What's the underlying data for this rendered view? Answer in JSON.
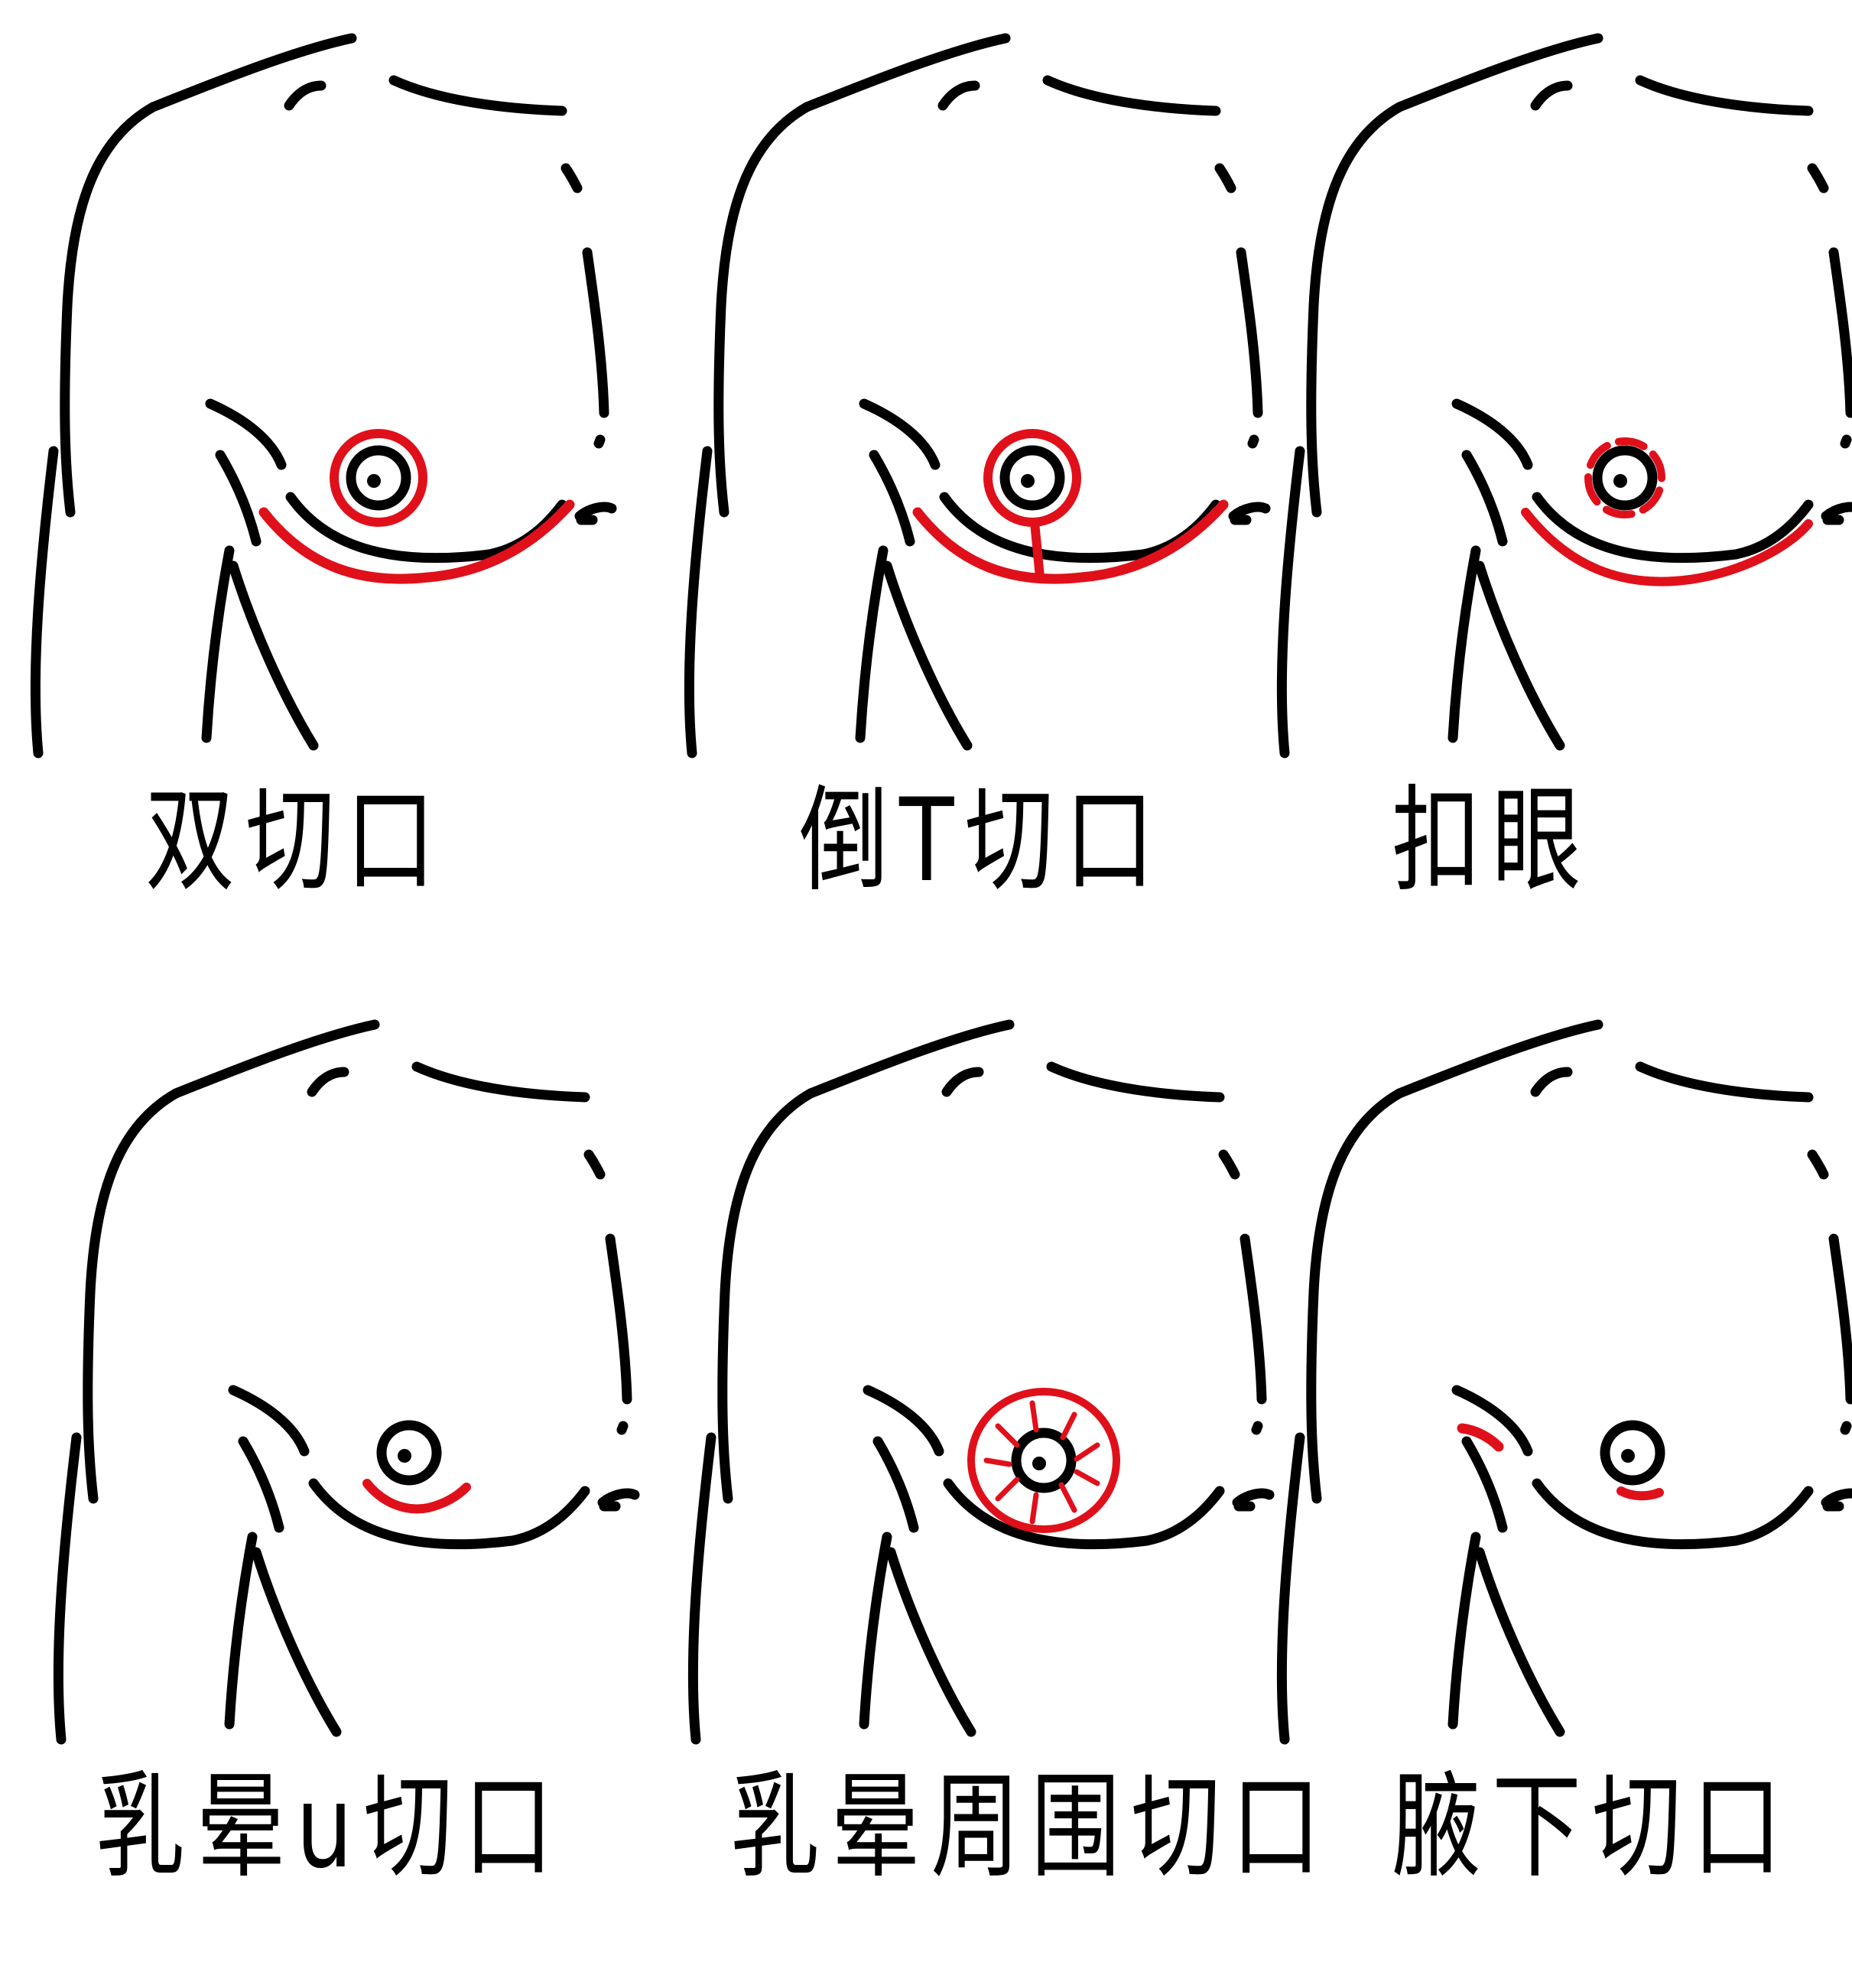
{
  "colors": {
    "outline": "#000000",
    "incision": "#e0101a",
    "background": "#ffffff"
  },
  "panels": [
    {
      "label": "双切口",
      "incision": "double"
    },
    {
      "label": "倒T切口",
      "incision": "inverted-t"
    },
    {
      "label": "扣眼",
      "incision": "buttonhole"
    },
    {
      "label": "乳晕u切口",
      "incision": "areola-u"
    },
    {
      "label": "乳晕周围切口",
      "incision": "periareolar"
    },
    {
      "label": "腋下切口",
      "incision": "axillary"
    }
  ]
}
